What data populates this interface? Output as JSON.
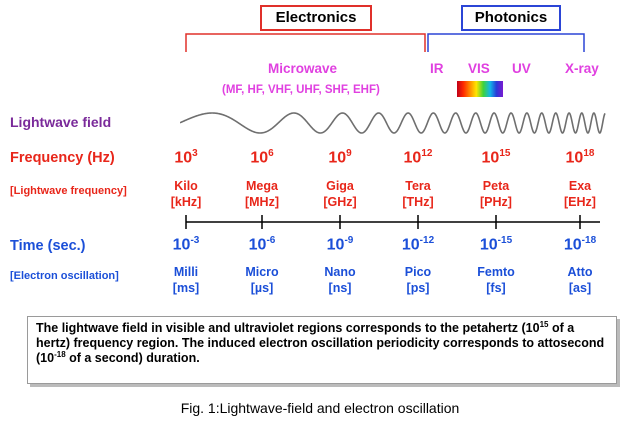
{
  "categories": {
    "electronics": {
      "label": "Electronics",
      "color": "#e0302a"
    },
    "photonics": {
      "label": "Photonics",
      "color": "#2b45d6"
    }
  },
  "bands": {
    "microwave": "Microwave",
    "microwave_sub": "(MF, HF, VHF, UHF, SHF, EHF)",
    "ir": "IR",
    "vis": "VIS",
    "uv": "UV",
    "xray": "X-ray",
    "color": "#e040e0"
  },
  "lightwave_field_label": "Lightwave field",
  "frequency": {
    "label": "Frequency (Hz)",
    "sublabel": "[Lightwave frequency]",
    "color": "#e8261a",
    "base": "10",
    "items": [
      {
        "exp": "3",
        "prefix": "Kilo",
        "unit": "[kHz]"
      },
      {
        "exp": "6",
        "prefix": "Mega",
        "unit": "[MHz]"
      },
      {
        "exp": "9",
        "prefix": "Giga",
        "unit": "[GHz]"
      },
      {
        "exp": "12",
        "prefix": "Tera",
        "unit": "[THz]"
      },
      {
        "exp": "15",
        "prefix": "Peta",
        "unit": "[PHz]"
      },
      {
        "exp": "18",
        "prefix": "Exa",
        "unit": "[EHz]"
      }
    ]
  },
  "time": {
    "label": "Time (sec.)",
    "sublabel": "[Electron oscillation]",
    "color": "#1b4fd8",
    "base": "10",
    "items": [
      {
        "exp": "-3",
        "prefix": "Milli",
        "unit": "[ms]"
      },
      {
        "exp": "-6",
        "prefix": "Micro",
        "unit": "[µs]"
      },
      {
        "exp": "-9",
        "prefix": "Nano",
        "unit": "[ns]"
      },
      {
        "exp": "-12",
        "prefix": "Pico",
        "unit": "[ps]"
      },
      {
        "exp": "-15",
        "prefix": "Femto",
        "unit": "[fs]"
      },
      {
        "exp": "-18",
        "prefix": "Atto",
        "unit": "[as]"
      }
    ]
  },
  "note": {
    "part1": "The lightwave field in visible and ultraviolet regions corresponds to the petahertz (10",
    "sup1": "15",
    "part2": " of a hertz) frequency region. The induced electron oscillation periodicity corresponds to attosecond (10",
    "sup2": "-18",
    "part3": " of a second) duration."
  },
  "caption": "Fig. 1:Lightwave-field and electron oscillation",
  "label_color": "#7a2a9a"
}
